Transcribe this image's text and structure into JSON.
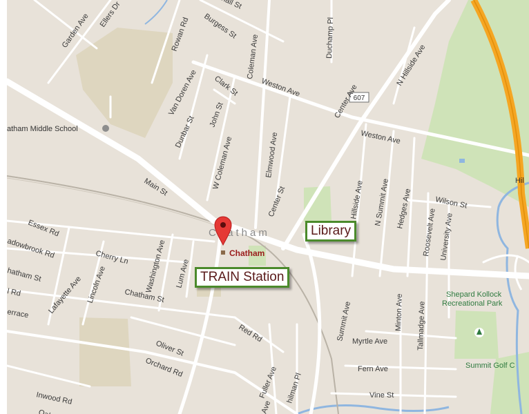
{
  "map": {
    "town_name": "Chatham",
    "marker_label": "Chatham",
    "route_shield": "607",
    "callouts": {
      "library": "Library",
      "train_station": "TRAIN Station"
    },
    "places": {
      "school": "atham Middle School",
      "park": "Shepard Kollock Recreational Park",
      "park_line1": "Shepard Kollock",
      "park_line2": "Recreational Park",
      "golf": "Summit Golf C",
      "edge_label": "Hil"
    },
    "streets": {
      "garden_ave": "Garden Ave",
      "ellers_dr": "Ellers Dr",
      "hall_st": "hall St",
      "rowan_rd": "Rowan Rd",
      "burgess_st": "Burgess St",
      "coleman_ave": "Coleman Ave",
      "duchamp_pl": "Duchamp Pl",
      "n_hillside_ave": "N Hillside Ave",
      "van_doren_ave": "Van Doren Ave",
      "clark_st": "Clark St",
      "weston_ave_1": "Weston Ave",
      "center_ave": "Center Ave",
      "dunbar_st": "Dunbar St",
      "john_st": "John St",
      "weston_ave_2": "Weston Ave",
      "elmwood_ave": "Elmwood Ave",
      "w_coleman_ave": "W Coleman Ave",
      "main_st": "Main St",
      "center_st": "Center St",
      "hillside_ave": "Hillside Ave",
      "n_summit_ave": "N Summit Ave",
      "hedges_ave": "Hedges Ave",
      "wilson_st": "Wilson St",
      "roosevelt_ave": "Roosevelt Ave",
      "university_ave": "University Ave",
      "essex_rd": "Essex Rd",
      "meadowbrook_rd": "adowbrook Rd",
      "cherry_ln": "Cherry Ln",
      "washington_ave": "Washington Ave",
      "lum_ave": "Lum Ave",
      "chatham_st_west": "hatham St",
      "lincoln_ave": "Lincoln Ave",
      "lafayette_ave": "Lafayette Ave",
      "rd_fragment": "l Rd",
      "chatham_st": "Chatham St",
      "terrace": "errace",
      "summit_ave": "Summit Ave",
      "minton_ave": "Minton Ave",
      "tallmadge_ave": "Tallmadge Ave",
      "oliver_st": "Oliver St",
      "red_rd": "Red Rd",
      "myrtle_ave": "Myrtle Ave",
      "orchard_rd": "Orchard Rd",
      "fern_ave": "Fern Ave",
      "inwood_rd": "Inwood Rd",
      "fuller_ave": "Fuller Ave",
      "hilman_pl": "hilman Pl",
      "vine_st": "Vine St",
      "oak_fragment": "Oak",
      "ave_fragment": "Ave"
    },
    "colors": {
      "land": "#e8e2d9",
      "park_green": "#cfe3b8",
      "school_tan": "#ded6bf",
      "highway": "#f5a623",
      "water": "#8fb6e0",
      "marker": "#e53935",
      "callout_border": "#4b8a2b"
    }
  }
}
